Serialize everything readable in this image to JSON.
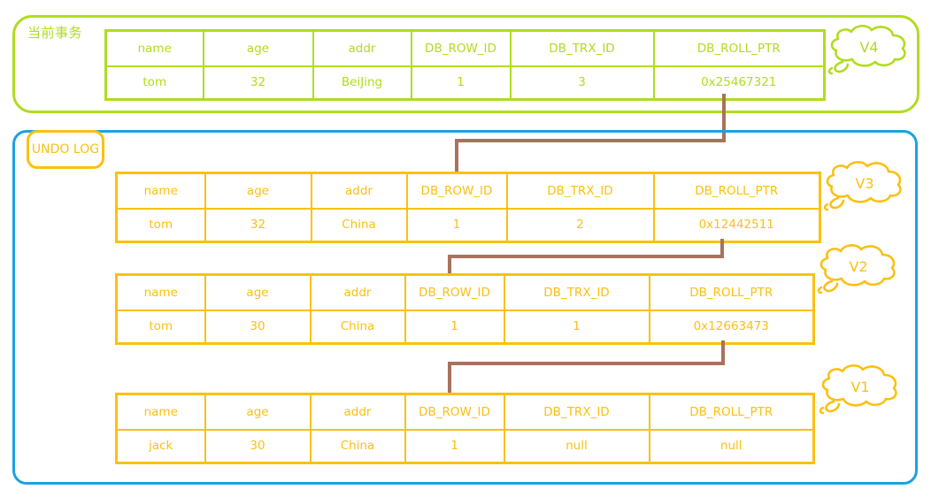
{
  "colors": {
    "green": "#b0dc1f",
    "blue": "#1ba1e2",
    "yellow": "#fbc011",
    "connector": "#a9725c"
  },
  "current_transaction": {
    "label": "当前事务",
    "version_tag": "V4",
    "table": {
      "columns": [
        "name",
        "age",
        "addr",
        "DB_ROW_ID",
        "DB_TRX_ID",
        "DB_ROLL_PTR"
      ],
      "row": [
        "tom",
        "32",
        "BeiJing",
        "1",
        "3",
        "0x25467321"
      ]
    }
  },
  "undo_log": {
    "label": "UNDO LOG",
    "versions": [
      {
        "version_tag": "V3",
        "table": {
          "columns": [
            "name",
            "age",
            "addr",
            "DB_ROW_ID",
            "DB_TRX_ID",
            "DB_ROLL_PTR"
          ],
          "row": [
            "tom",
            "32",
            "China",
            "1",
            "2",
            "0x12442511"
          ]
        }
      },
      {
        "version_tag": "V2",
        "table": {
          "columns": [
            "name",
            "age",
            "addr",
            "DB_ROW_ID",
            "DB_TRX_ID",
            "DB_ROLL_PTR"
          ],
          "row": [
            "tom",
            "30",
            "China",
            "1",
            "1",
            "0x12663473"
          ]
        }
      },
      {
        "version_tag": "V1",
        "table": {
          "columns": [
            "name",
            "age",
            "addr",
            "DB_ROW_ID",
            "DB_TRX_ID",
            "DB_ROLL_PTR"
          ],
          "row": [
            "jack",
            "30",
            "China",
            "1",
            "null",
            "null"
          ]
        }
      }
    ]
  }
}
